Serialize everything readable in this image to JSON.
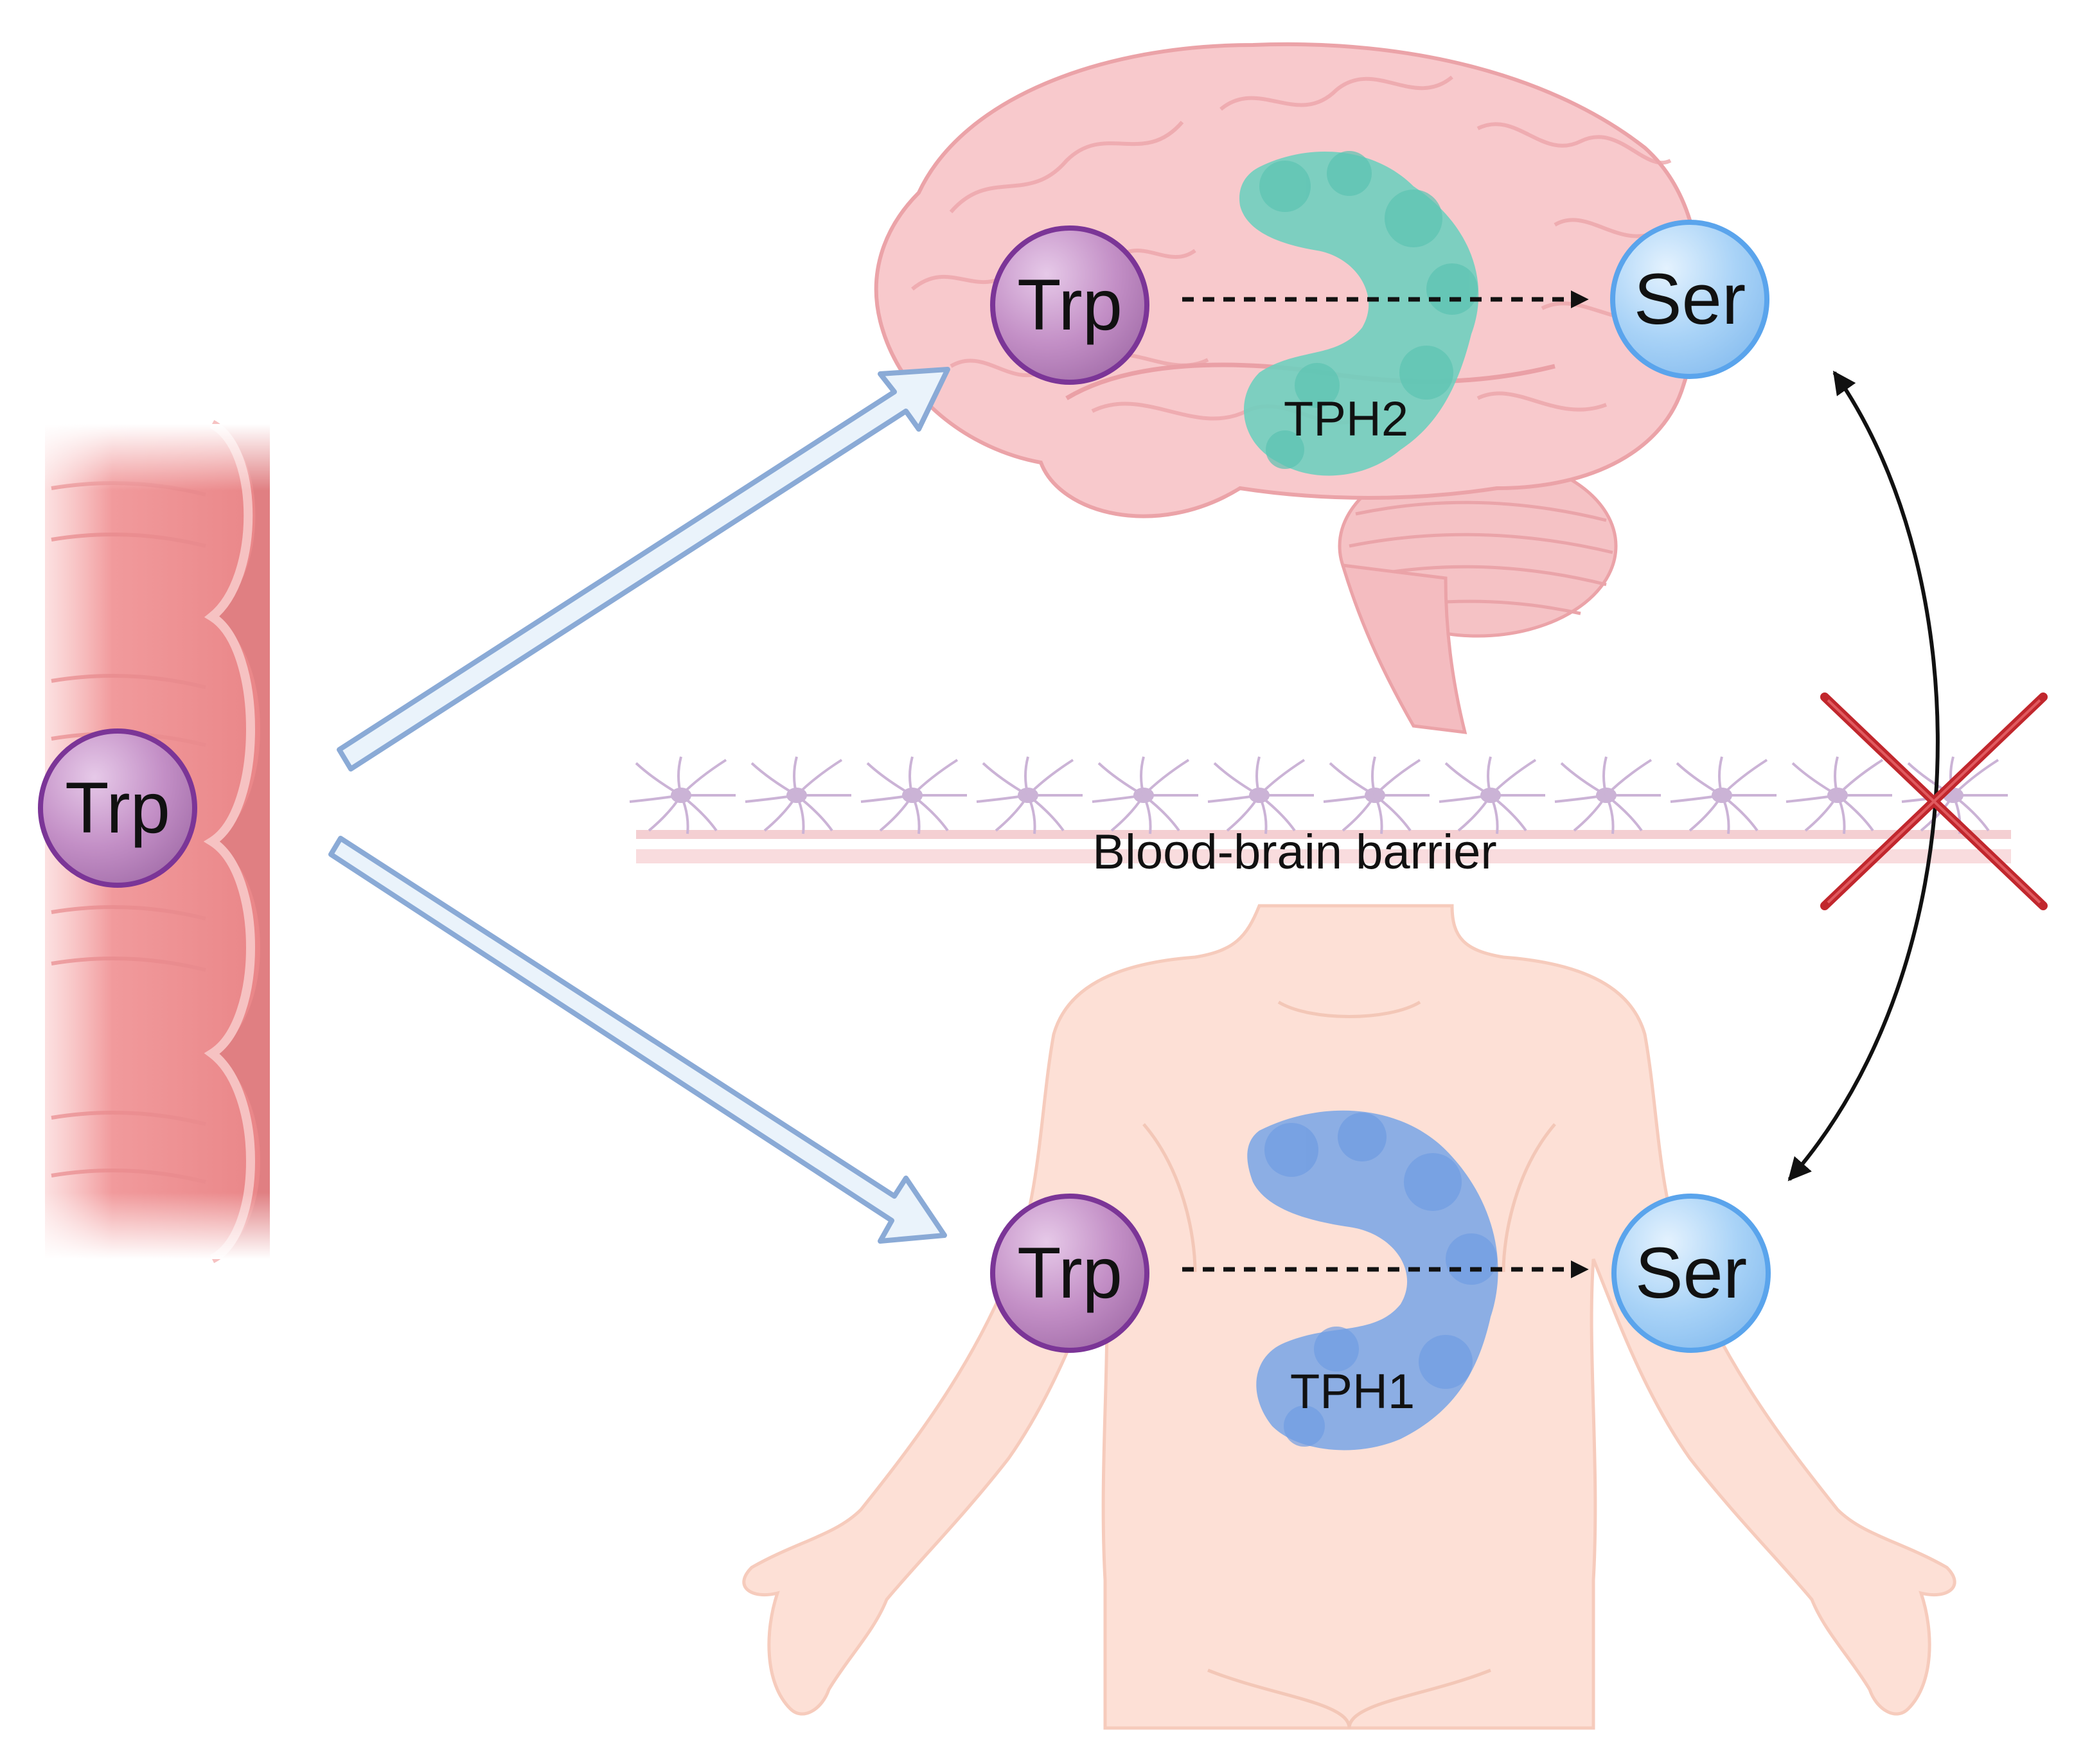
{
  "molecules": {
    "trp_label": "Trp",
    "ser_label": "Ser"
  },
  "enzymes": {
    "brain": "TPH2",
    "body": "TPH1"
  },
  "barrier": {
    "label": "Blood-brain barrier"
  },
  "colors": {
    "trp_fill": "#c38fc6",
    "trp_stroke": "#7b3597",
    "ser_fill": "#a9d3f7",
    "ser_stroke": "#5aa4ec",
    "brain_fill": "#f8c9cc",
    "brain_stroke": "#eba3a8",
    "tph2_fill": "#6fcfbf",
    "tph1_fill": "#7fa8e6",
    "body_fill": "#fde0d6",
    "intestine_fill": "#f19a9c",
    "arrow_fill": "#eaf3fb",
    "arrow_stroke": "#8aaad6",
    "cross_color": "#c1272d",
    "astrocyte_color": "#cbb3d6"
  },
  "icons": {
    "intestine": "intestine-illustration",
    "brain": "brain-illustration",
    "body": "human-body-illustration",
    "barrier": "astrocyte-layer-illustration",
    "cross": "blocked-cross-icon"
  }
}
